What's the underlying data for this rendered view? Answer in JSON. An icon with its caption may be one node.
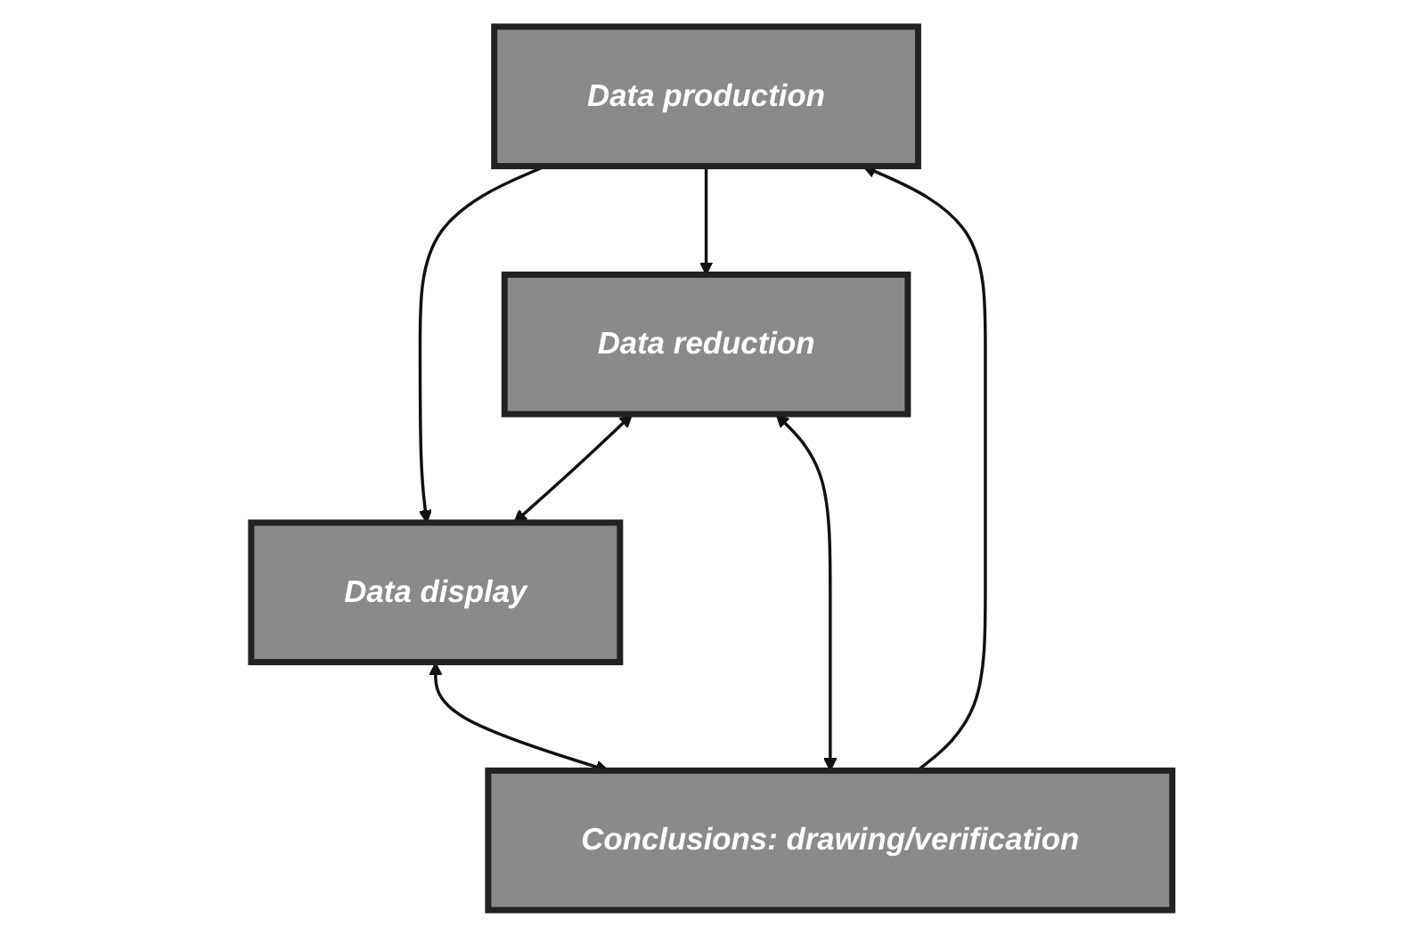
{
  "diagram": {
    "nodes": [
      {
        "text": [
          "Data production"
        ]
      },
      {
        "text": [
          "Data display"
        ]
      },
      {
        "text": [
          "Data reduction"
        ]
      },
      {
        "text": [
          "Conclusions: drawing/verification"
        ]
      }
    ],
    "edges": [
      {
        "from": 0,
        "to": 1,
        "arrow": "to"
      },
      {
        "from": 0,
        "to": 2,
        "arrow": "to"
      },
      {
        "from": 2,
        "to": 1,
        "arrow": "both"
      },
      {
        "from": 1,
        "to": 3,
        "arrow": "both"
      },
      {
        "from": 2,
        "to": 3,
        "arrow": "both"
      },
      {
        "from": 3,
        "to": 0,
        "arrow": "to"
      }
    ]
  }
}
